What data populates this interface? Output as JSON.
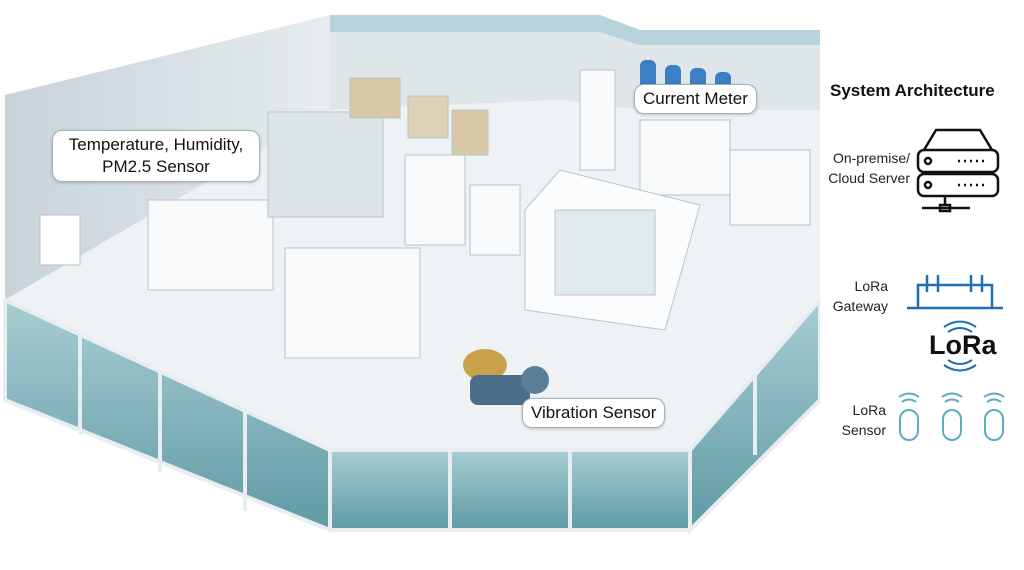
{
  "labels": {
    "env_sensor": [
      "Temperature, Humidity,",
      "PM2.5 Sensor"
    ],
    "current_meter": "Current Meter",
    "vibration_sensor": "Vibration Sensor"
  },
  "architecture": {
    "title": "System Architecture",
    "server": [
      "On-premise/",
      "Cloud Server"
    ],
    "gateway": [
      "LoRa",
      "Gateway"
    ],
    "logo": "LoRa",
    "sensor": [
      "LoRa",
      "Sensor"
    ]
  },
  "colors": {
    "accent": "#1a6fb5",
    "sensor": "#5aaec0",
    "glass": "#7fb0b8"
  }
}
